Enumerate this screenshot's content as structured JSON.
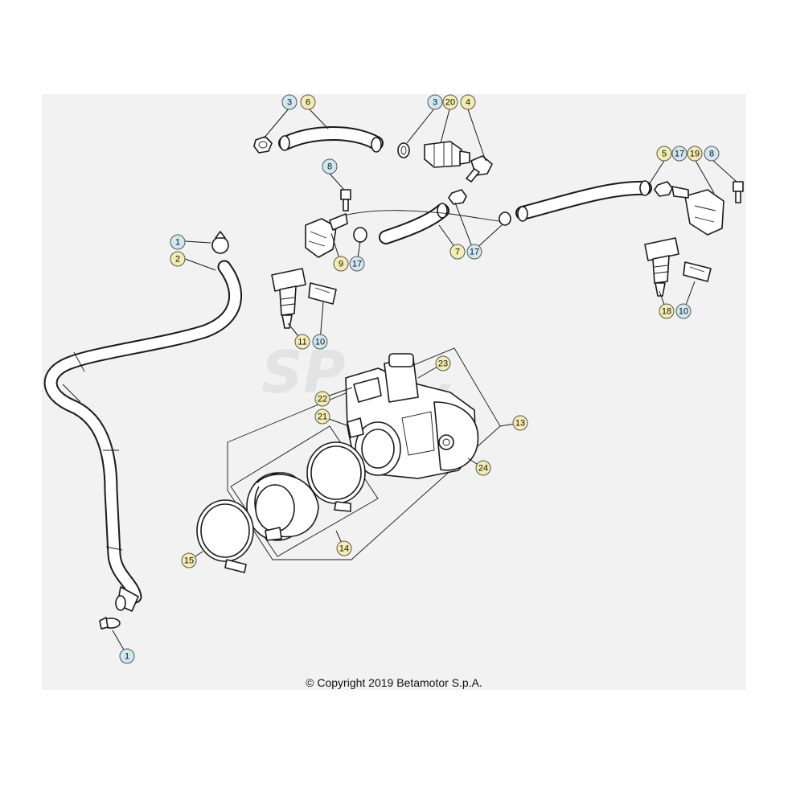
{
  "copyright": "© Copyright 2019 Betamotor S.p.A.",
  "callout_colors": {
    "blue": "#cfe9f3",
    "yellow": "#f5ecb0"
  },
  "callouts": [
    {
      "label": "3",
      "color": "blue"
    },
    {
      "label": "6",
      "color": "yellow"
    },
    {
      "label": "3",
      "color": "blue"
    },
    {
      "label": "20",
      "color": "yellow"
    },
    {
      "label": "4",
      "color": "yellow"
    },
    {
      "label": "5",
      "color": "yellow"
    },
    {
      "label": "17",
      "color": "blue"
    },
    {
      "label": "19",
      "color": "yellow"
    },
    {
      "label": "8",
      "color": "blue"
    },
    {
      "label": "8",
      "color": "blue"
    },
    {
      "label": "1",
      "color": "blue"
    },
    {
      "label": "2",
      "color": "yellow"
    },
    {
      "label": "9",
      "color": "yellow"
    },
    {
      "label": "17",
      "color": "blue"
    },
    {
      "label": "7",
      "color": "yellow"
    },
    {
      "label": "17",
      "color": "blue"
    },
    {
      "label": "11",
      "color": "yellow"
    },
    {
      "label": "10",
      "color": "blue"
    },
    {
      "label": "18",
      "color": "yellow"
    },
    {
      "label": "10",
      "color": "blue"
    },
    {
      "label": "23",
      "color": "yellow"
    },
    {
      "label": "22",
      "color": "yellow"
    },
    {
      "label": "21",
      "color": "yellow"
    },
    {
      "label": "13",
      "color": "yellow"
    },
    {
      "label": "24",
      "color": "yellow"
    },
    {
      "label": "15",
      "color": "yellow"
    },
    {
      "label": "14",
      "color": "yellow"
    },
    {
      "label": "1",
      "color": "blue"
    }
  ]
}
